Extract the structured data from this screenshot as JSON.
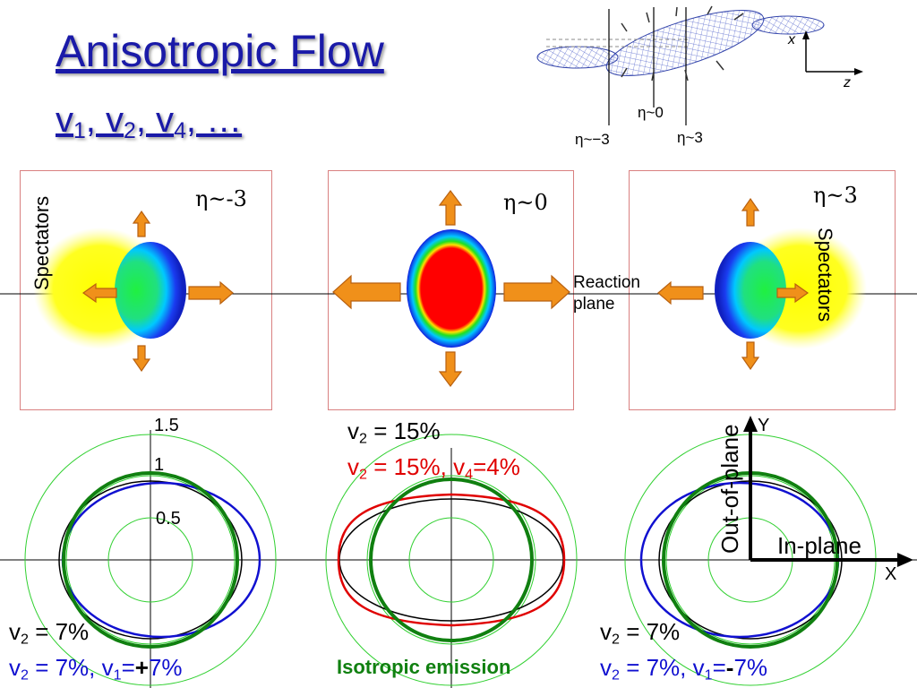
{
  "title": "Anisotropic Flow",
  "subtitle": {
    "parts": [
      "v",
      "1",
      ", v",
      "2",
      ", v",
      "4",
      ", …"
    ]
  },
  "inset": {
    "eta_center": "η~0",
    "eta_left": "η~−3",
    "eta_right": "η~3",
    "axis_x": "x",
    "axis_z": "z"
  },
  "panels": {
    "left": {
      "eta": "η~-3",
      "spectators": "Spectators"
    },
    "middle": {
      "eta": "η~0",
      "reaction_plane": [
        "Reaction",
        "plane"
      ]
    },
    "right": {
      "eta": "η~3",
      "spectators": "Spectators"
    }
  },
  "polar": {
    "ticks": [
      "1.5",
      "1",
      "0.5"
    ],
    "axis_y": "Y",
    "axis_x": "X",
    "out_of_plane": "Out-of-plane",
    "in_plane": "In-plane"
  },
  "captions": {
    "left_black": {
      "v": "v",
      "sub": "2",
      "rest": " = 7%"
    },
    "left_blue": {
      "v": "v",
      "sub": "2",
      "rest": " = 7%, v",
      "sub2": "1",
      "rest2": "=",
      "sign": "+",
      "rest3": "7%"
    },
    "mid_black": {
      "v": "v",
      "sub": "2",
      "rest": " = 15%"
    },
    "mid_red": {
      "v": "v",
      "sub": "2",
      "rest": " = 15%, v",
      "sub2": "4",
      "rest2": "=4%"
    },
    "mid_green": "Isotropic emission",
    "right_black": {
      "v": "v",
      "sub": "2",
      "rest": " = 7%"
    },
    "right_blue": {
      "v": "v",
      "sub": "2",
      "rest": " = 7%, v",
      "sub2": "1",
      "rest2": "=",
      "sign": "-",
      "rest3": "7%"
    }
  },
  "colors": {
    "title": "#1a1aa8",
    "arrow": "#f0901a",
    "blue": "#1010d0",
    "red": "#e00000",
    "green": "#108010"
  }
}
